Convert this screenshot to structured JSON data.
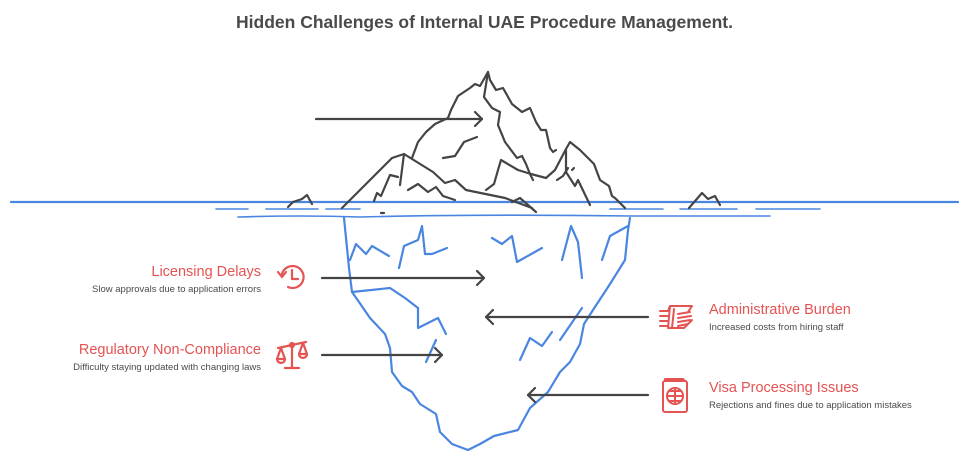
{
  "title": "Hidden Challenges of Internal UAE Procedure Management.",
  "colors": {
    "accent": "#e55353",
    "water": "#4a86e0",
    "ice_above": "#444444",
    "text": "#4a4a4a"
  },
  "challenges": [
    {
      "title": "Licensing Delays",
      "description": "Slow approvals due to application errors",
      "icon": "clock-history-icon",
      "side": "left"
    },
    {
      "title": "Regulatory Non-Compliance",
      "description": "Difficulty staying updated with changing laws",
      "icon": "scales-icon",
      "side": "left"
    },
    {
      "title": "Administrative Burden",
      "description": "Increased costs from hiring staff",
      "icon": "money-stack-icon",
      "side": "right"
    },
    {
      "title": "Visa Processing Issues",
      "description": "Rejections and fines due to application mistakes",
      "icon": "passport-icon",
      "side": "right"
    }
  ]
}
